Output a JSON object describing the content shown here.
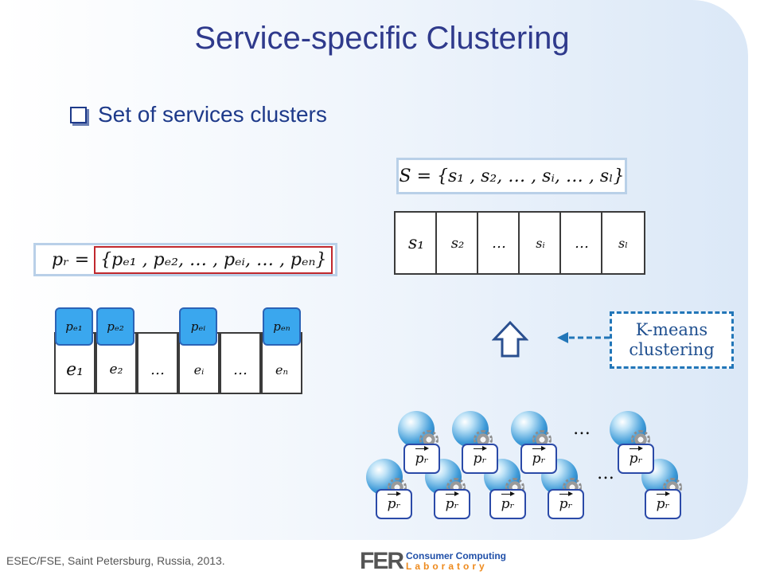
{
  "slide": {
    "title": "Service-specific Clustering",
    "bullet": "Set of services clusters",
    "footer": "ESEC/FSE, Saint Petersburg, Russia, 2013."
  },
  "formulas": {
    "S_set": "S = {s₁ , s₂, … , sᵢ, … , sₗ}",
    "pr_lhs": "pᵣ =",
    "pr_set": "{pₑ₁ , pₑ₂, … , pₑᵢ, … , pₑₙ}"
  },
  "service_array": [
    "s₁",
    "s₂",
    "…",
    "sᵢ",
    "…",
    "sₗ"
  ],
  "element_array": [
    "e₁",
    "e₂",
    "…",
    "eᵢ",
    "…",
    "eₙ"
  ],
  "element_chips": [
    "pₑ₁",
    "pₑ₂",
    "pₑᵢ",
    "pₑₙ"
  ],
  "kmeans": {
    "line1": "K-means",
    "line2": "clustering"
  },
  "profile_label": "pᵣ",
  "ellipsis": "…",
  "logo": {
    "mark": "FER",
    "line1": "Consumer Computing",
    "line2": "Laboratory"
  },
  "colors": {
    "title": "#2f3a8c",
    "chip": "#3aa7ee",
    "dashed": "#2276b8",
    "frame": "#b9d0e8",
    "highlight": "#c0282d"
  }
}
